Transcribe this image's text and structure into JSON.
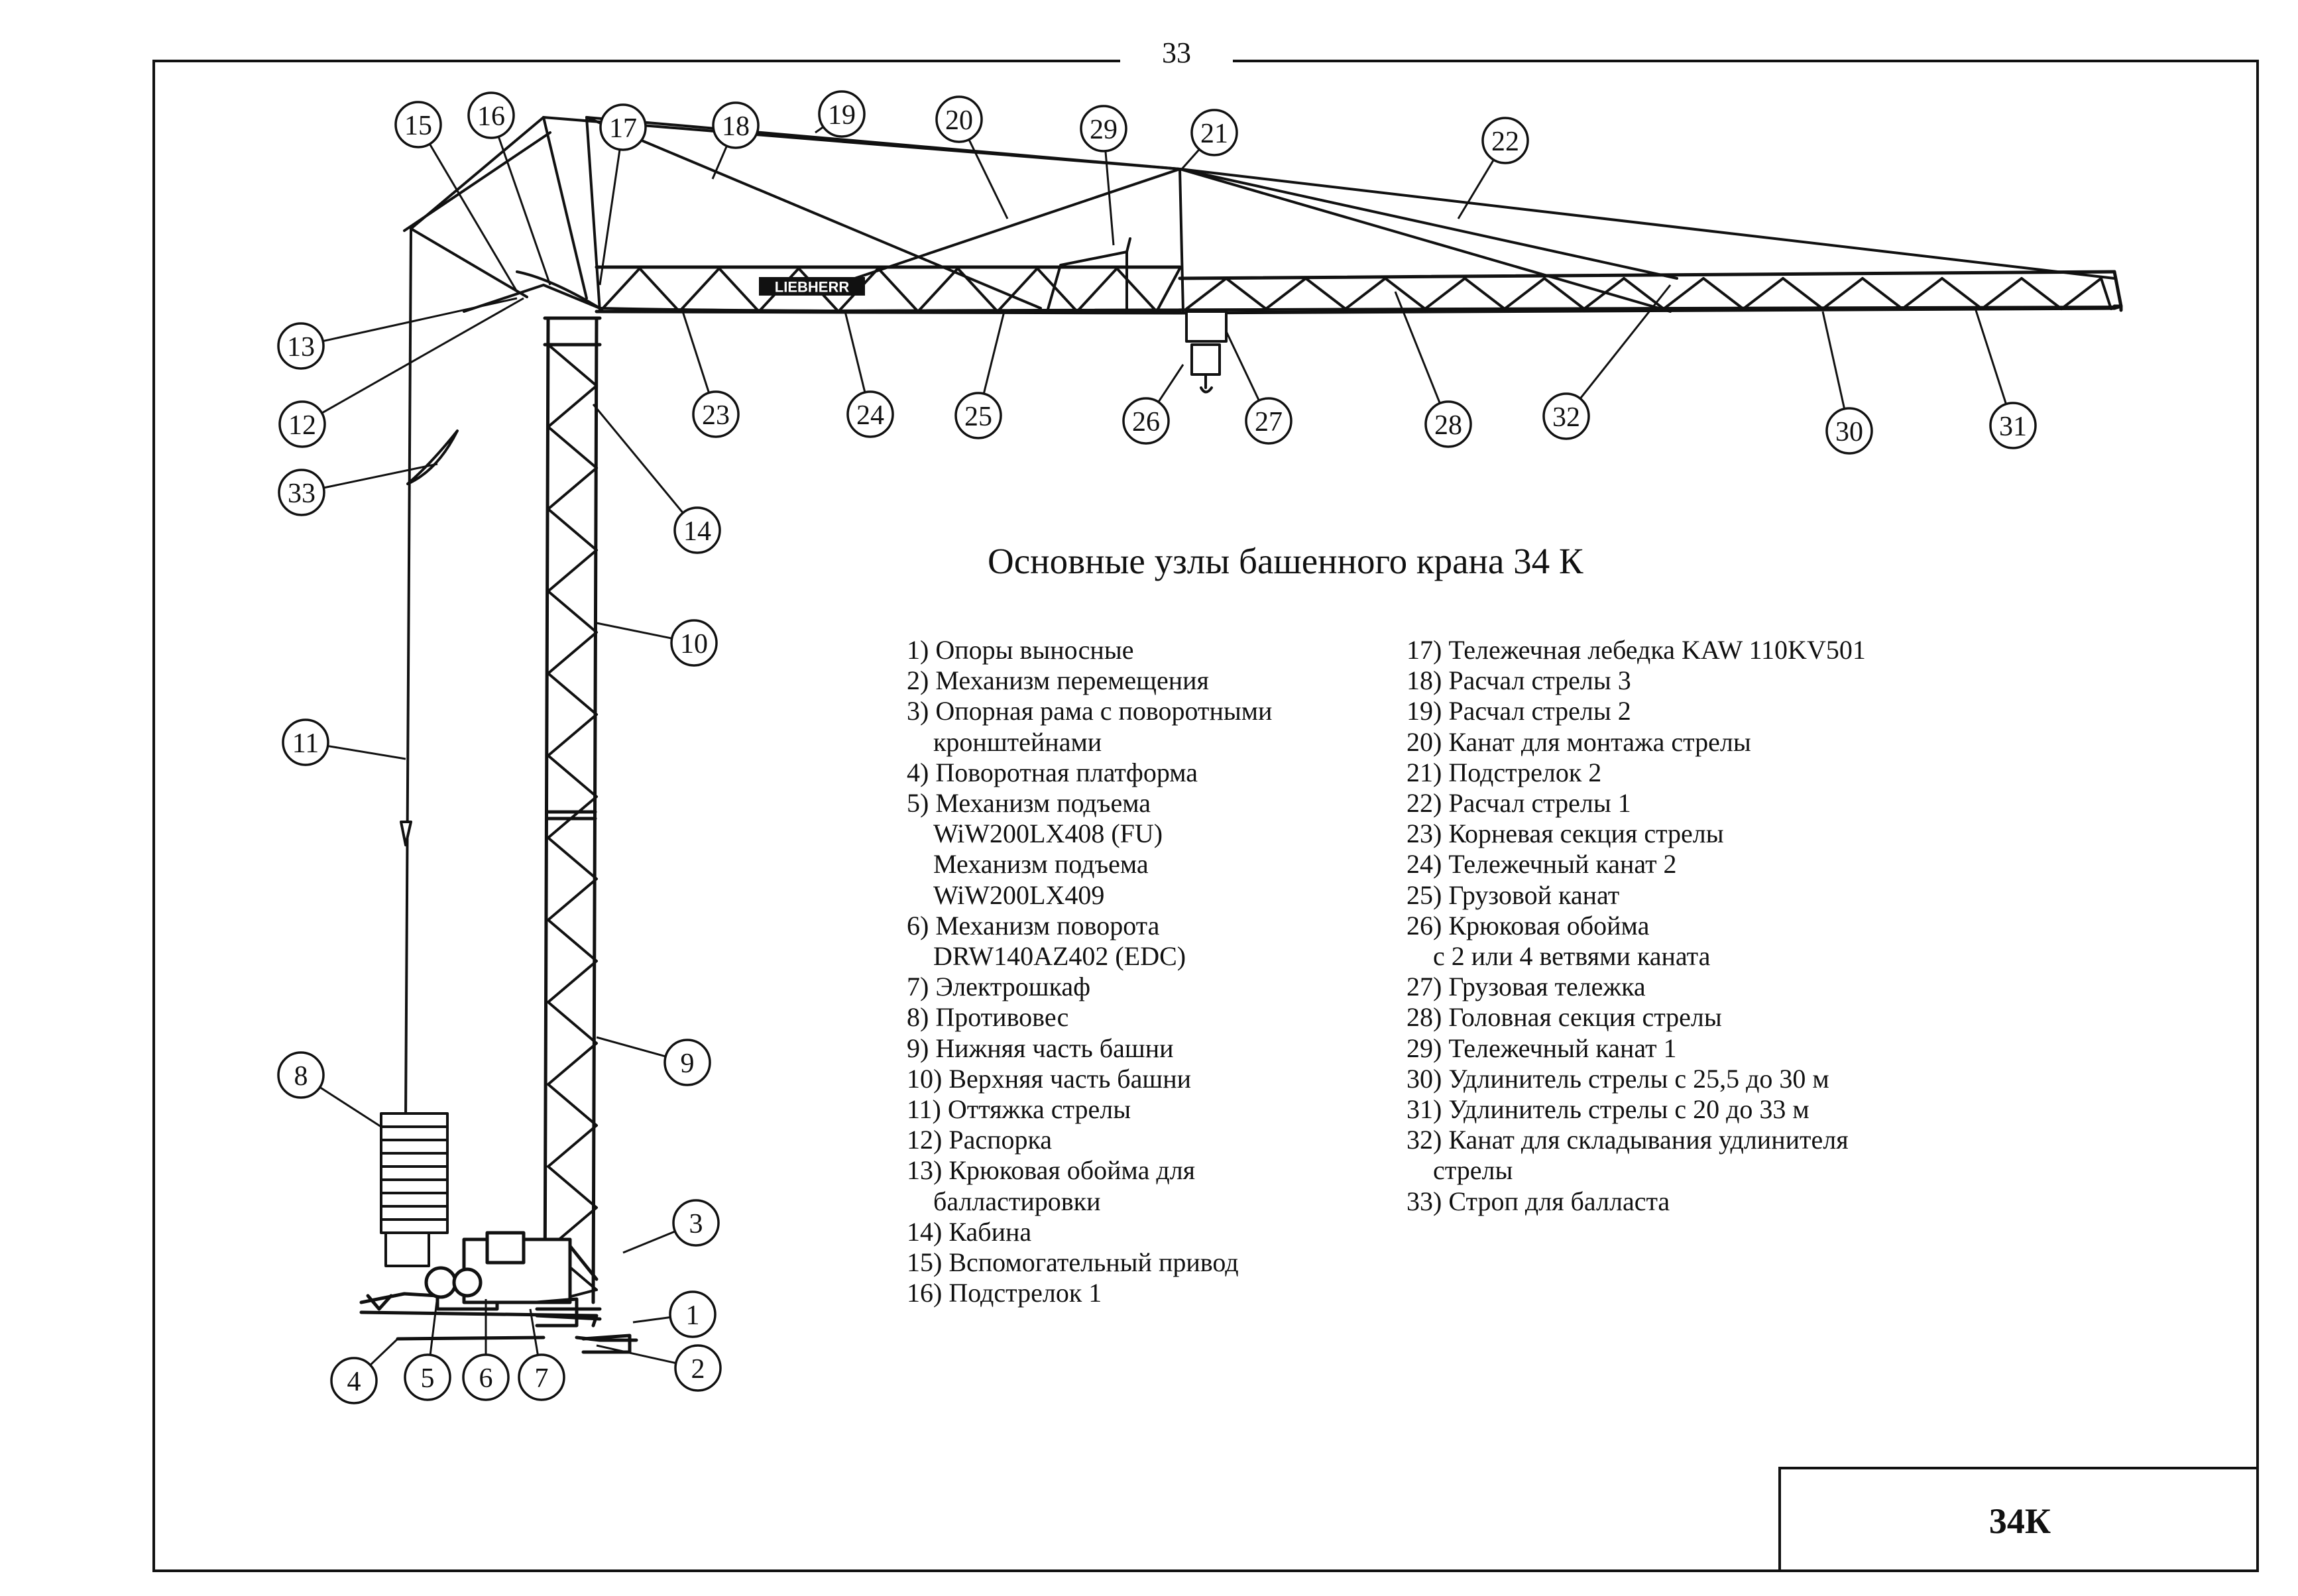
{
  "page_number": "33",
  "title": "Основные узлы башенного крана 34 К",
  "model_box": "34К",
  "legend_left": [
    [
      "1) Опоры  выносные"
    ],
    [
      "2) Механизм перемещения"
    ],
    [
      "3) Опорная рама с поворотными",
      "кронштейнами"
    ],
    [
      "4) Поворотная платформа"
    ],
    [
      "5) Механизм подъема",
      "WiW200LX408 (FU)",
      " Механизм подъема",
      "WiW200LX409"
    ],
    [
      "6) Механизм поворота",
      "DRW140AZ402 (EDC)"
    ],
    [
      "7) Электрошкаф"
    ],
    [
      "8)  Противовес"
    ],
    [
      "9) Нижняя часть башни"
    ],
    [
      "10) Верхняя часть башни"
    ],
    [
      "11) Оттяжка стрелы"
    ],
    [
      "12) Распорка"
    ],
    [
      "13) Крюковая обойма для",
      "балластировки"
    ],
    [
      "14) Кабина"
    ],
    [
      "15) Вспомогательный привод"
    ],
    [
      "16) Подстрелок 1"
    ]
  ],
  "legend_right": [
    [
      "17) Тележечная лебедка KAW 110KV501"
    ],
    [
      "18) Расчал стрелы 3"
    ],
    [
      "19) Расчал стрелы 2"
    ],
    [
      "20) Канат для монтажа стрелы"
    ],
    [
      "21) Подстрелок 2"
    ],
    [
      "22) Расчал стрелы 1"
    ],
    [
      "23) Корневая секция стрелы"
    ],
    [
      "24) Тележечный канат 2"
    ],
    [
      "25) Грузовой канат"
    ],
    [
      "26) Крюковая обойма",
      "с 2 или 4 ветвями каната"
    ],
    [
      "27) Грузовая тележка"
    ],
    [
      "28) Головная секция стрелы"
    ],
    [
      "29) Тележечный канат 1"
    ],
    [
      "30) Удлинитель стрелы с 25,5 до 30 м"
    ],
    [
      "31) Удлинитель стрелы с 20 до 33 м"
    ],
    [
      "32) Канат для складывания удлинителя",
      "стрелы"
    ],
    [
      "33) Строп для балласта"
    ]
  ],
  "callouts": [
    "1",
    "2",
    "3",
    "4",
    "5",
    "6",
    "7",
    "8",
    "9",
    "10",
    "11",
    "12",
    "13",
    "14",
    "15",
    "16",
    "17",
    "18",
    "19",
    "20",
    "21",
    "22",
    "23",
    "24",
    "25",
    "26",
    "27",
    "28",
    "29",
    "30",
    "31",
    "32",
    "33"
  ],
  "boom_logo": "LIEBHERR"
}
